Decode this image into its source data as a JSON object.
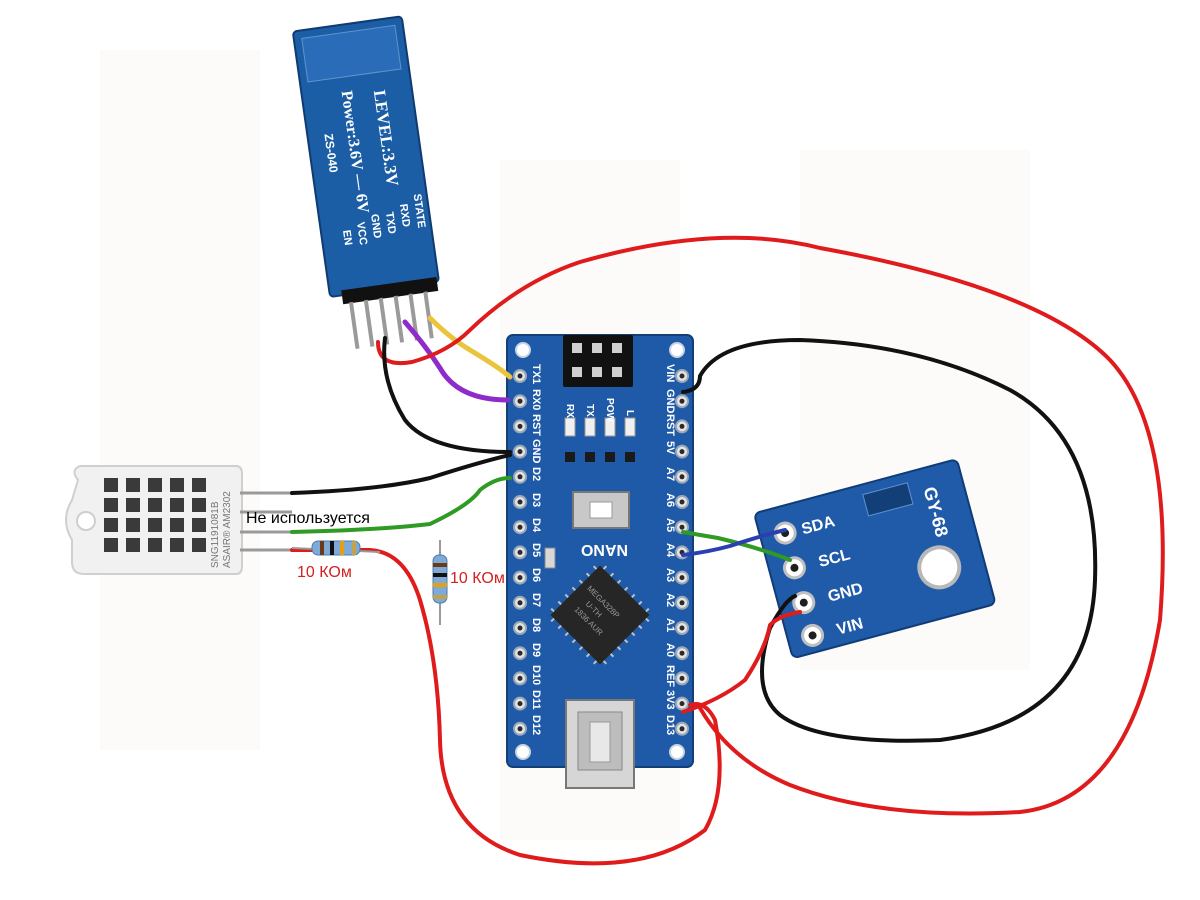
{
  "colors": {
    "wire_red": "#e01b1b",
    "wire_black": "#111111",
    "wire_yellow": "#e9c43c",
    "wire_purple": "#8e2cc9",
    "wire_green": "#2f9b25",
    "wire_blue": "#2a3fb0",
    "pcb_blue": "#1e5aa8",
    "pcb_dark": "#163f7a",
    "label_red": "#d42020"
  },
  "annotations": {
    "not_used": "Не используется",
    "resistor_1": "10 КОм",
    "resistor_2": "10 КОм"
  },
  "bluetooth": {
    "line_1": "LEVEL:3.3V",
    "line_2": "Power:3.6V — 6V",
    "model": "ZS-040",
    "pins": [
      "STATE",
      "RXD",
      "TXD",
      "GND",
      "VCC",
      "EN"
    ]
  },
  "dht": {
    "line_1": "ASAIR® AM2302",
    "line_2": "SNG1191081B"
  },
  "nano": {
    "name": "NANO",
    "chip_1": "MEGA328P",
    "chip_2": "U-TH",
    "chip_3": "1836 AUR",
    "leds": [
      "RX",
      "TX",
      "POW",
      "L"
    ],
    "left_pins": [
      "TX1",
      "RX0",
      "RST",
      "GND",
      "D2",
      "D3",
      "D4",
      "D5",
      "D6",
      "D7",
      "D8",
      "D9",
      "D10",
      "D11",
      "D12"
    ],
    "right_pins": [
      "VIN",
      "GND",
      "RST",
      "5V",
      "A7",
      "A6",
      "A5",
      "A4",
      "A3",
      "A2",
      "A1",
      "A0",
      "REF",
      "3V3",
      "D13"
    ]
  },
  "gy68": {
    "model": "GY-68",
    "pins": [
      "SDA",
      "SCL",
      "GND",
      "VIN"
    ]
  }
}
